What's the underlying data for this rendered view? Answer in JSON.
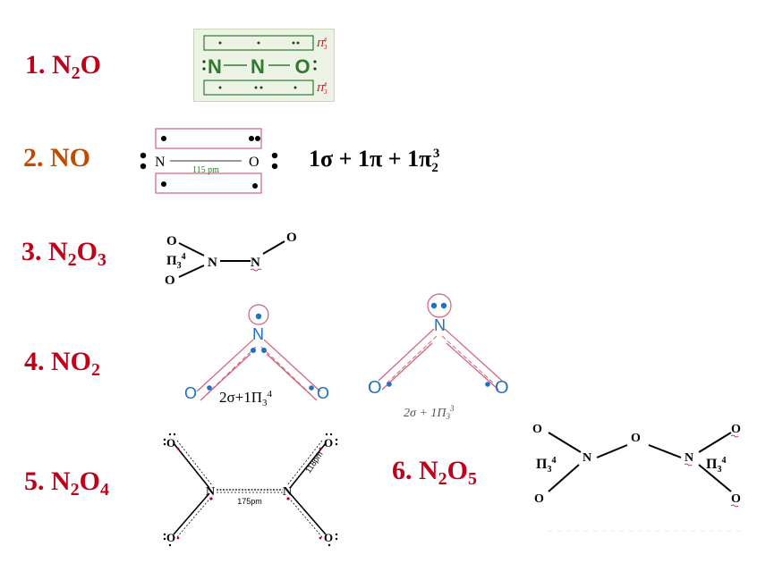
{
  "labels": [
    {
      "num": "1.",
      "base": "N",
      "sub1": "2",
      "mid": "O",
      "sub2": ""
    },
    {
      "num": "2.",
      "base": "NO",
      "sub1": "",
      "mid": "",
      "sub2": ""
    },
    {
      "num": "3.",
      "base": "N",
      "sub1": "2",
      "mid": "O",
      "sub2": "3"
    },
    {
      "num": "4.",
      "base": "NO",
      "sub1": "2",
      "mid": "",
      "sub2": ""
    },
    {
      "num": "5.",
      "base": "N",
      "sub1": "2",
      "mid": "O",
      "sub2": "4"
    },
    {
      "num": "6.",
      "base": "N",
      "sub1": "2",
      "mid": "O",
      "sub2": "5"
    }
  ],
  "colors": {
    "label_red": "#c0001a",
    "label_orange": "#c44a00",
    "blue": "#1f6fc4",
    "pink": "#d0607a",
    "green": "#2f7a2f"
  },
  "n2o": {
    "atom1": "N",
    "atom2": "N",
    "atom3": "O",
    "pi_symbol": "Π",
    "pi_sub": "3",
    "pi_sup": "4"
  },
  "no": {
    "atom1": "N",
    "atom2": "O",
    "bond_length": "115 pm",
    "formula": {
      "c1": "1σ",
      "plus1": "+",
      "c2": "1π",
      "plus2": "+",
      "c3": "1π",
      "c3_sub": "2",
      "c3_sup": "3"
    }
  },
  "n2o3": {
    "o_top": "O",
    "o_bottom": "O",
    "n1": "N",
    "n2": "N",
    "o_right": "O",
    "pi": "Π",
    "pi_sub": "3",
    "pi_sup": "4"
  },
  "no2_a": {
    "n": "N",
    "o_left": "O",
    "o_right": "O",
    "bond_text": "2σ+1Π",
    "sub": "3",
    "sup": "4"
  },
  "no2_b": {
    "n": "N",
    "o_left": "O",
    "o_right": "O",
    "bond_text": "2σ + 1Π",
    "sub": "3",
    "sup": "3"
  },
  "n2o4": {
    "n1": "N",
    "n2": "N",
    "o": "O",
    "nn_length": "175pm",
    "no_length": "118pm"
  },
  "n2o5": {
    "o_tl": "O",
    "o_bl": "O",
    "n1": "N",
    "o_mid": "O",
    "n2": "N",
    "o_tr": "O",
    "o_br": "O",
    "pi_left": "Π",
    "pi_right": "Π",
    "pi_sub": "3",
    "pi_sup": "4"
  }
}
